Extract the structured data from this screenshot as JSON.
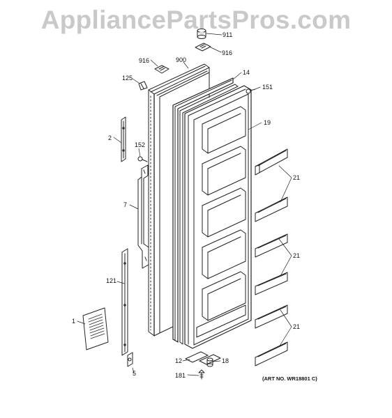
{
  "watermark": "AppliancePartsPros.com",
  "art_number": "(ART NO. WR18801 C)",
  "callouts": {
    "p911": "911",
    "p916a": "916",
    "p916b": "916",
    "p900": "900",
    "p14": "14",
    "p125": "125",
    "p151": "151",
    "p19": "19",
    "p2": "2",
    "p152": "152",
    "p21a": "21",
    "p7": "7",
    "p21b": "21",
    "p121": "121",
    "p1": "1",
    "p21c": "21",
    "p12": "12",
    "p18": "18",
    "p5": "5",
    "p181": "181"
  }
}
